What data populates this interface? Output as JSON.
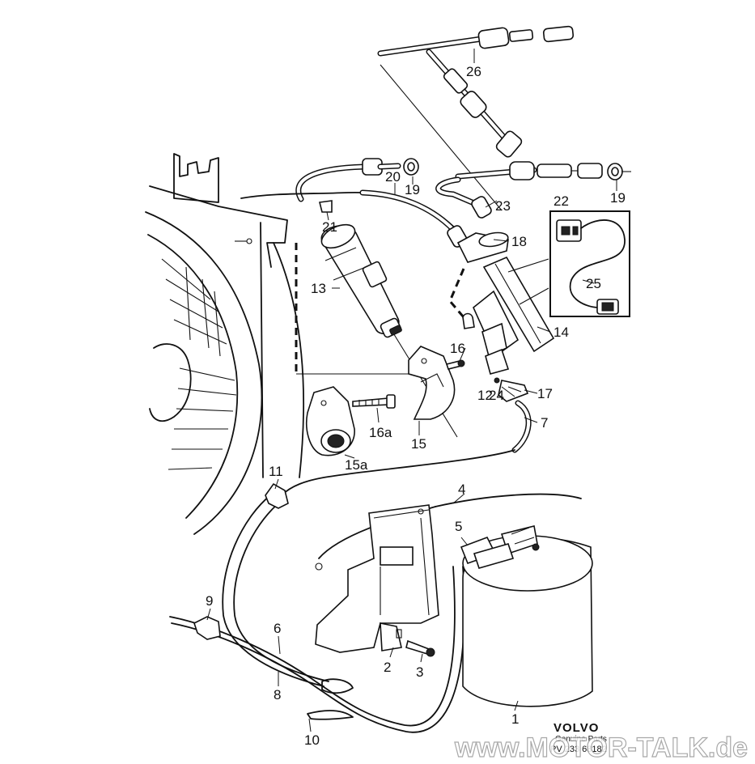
{
  "callouts": {
    "c1": "1",
    "c2": "2",
    "c3": "3",
    "c4": "4",
    "c5": "5",
    "c6": "6",
    "c7": "7",
    "c8": "8",
    "c9": "9",
    "c10": "10",
    "c11": "11",
    "c12": "12",
    "c13": "13",
    "c14": "14",
    "c15": "15",
    "c15a": "15a",
    "c16": "16",
    "c16a": "16a",
    "c17": "17",
    "c18": "18",
    "c19a": "19",
    "c19b": "19",
    "c20": "20",
    "c21": "21",
    "c22": "22",
    "c23": "23",
    "c24": "24",
    "c25": "25",
    "c26": "26"
  },
  "branding": {
    "logo": "VOLVO",
    "genuine_parts": "Genuine Parts",
    "part_code": "PV 233 68182"
  },
  "watermark": "www.MOTOR-TALK.de"
}
